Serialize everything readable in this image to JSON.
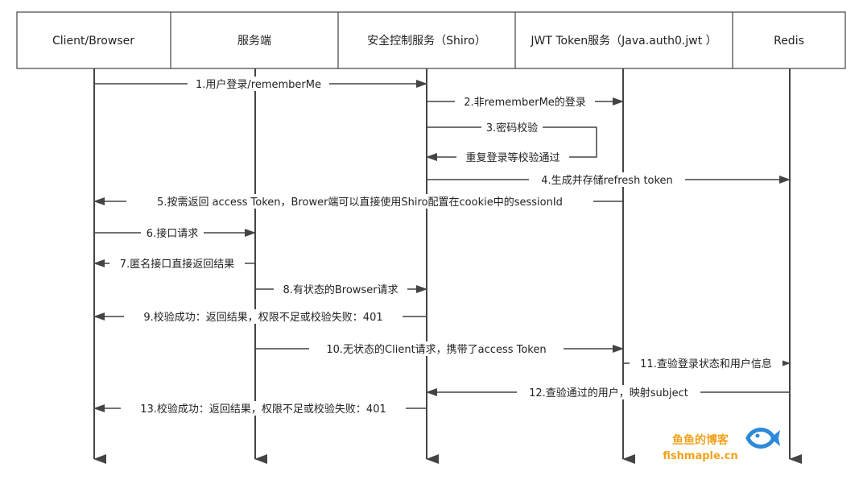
{
  "participants": [
    {
      "id": "client",
      "label": "Client/Browser"
    },
    {
      "id": "server",
      "label": "服务端"
    },
    {
      "id": "shiro",
      "label": "安全控制服务（Shiro）"
    },
    {
      "id": "jwt",
      "label": "JWT Token服务（Java.auth0.jwt ）"
    },
    {
      "id": "redis",
      "label": "Redis"
    }
  ],
  "messages": [
    {
      "from": "client",
      "to": "shiro",
      "label": "1.用户登录/rememberMe"
    },
    {
      "from": "shiro",
      "to": "jwt",
      "label": "2.非rememberMe的登录"
    },
    {
      "from": "shiro",
      "to": "shiro",
      "label": "3.密码校验",
      "return_label": "重复登录等校验通过"
    },
    {
      "from": "shiro",
      "to": "redis",
      "label": "4.生成并存储refresh token"
    },
    {
      "from": "jwt",
      "to": "client",
      "label": "5.按需返回 access Token，Brower端可以直接使用Shiro配置在cookie中的sessionId"
    },
    {
      "from": "client",
      "to": "server",
      "label": "6.接口请求"
    },
    {
      "from": "server",
      "to": "client",
      "label": "7.匿名接口直接返回结果"
    },
    {
      "from": "server",
      "to": "shiro",
      "label": "8.有状态的Browser请求"
    },
    {
      "from": "shiro",
      "to": "client",
      "label": "9.校验成功：返回结果，权限不足或校验失败：401"
    },
    {
      "from": "server",
      "to": "jwt",
      "label": "10.无状态的Client请求，携带了access Token"
    },
    {
      "from": "jwt",
      "to": "redis",
      "label": "11.查验登录状态和用户信息"
    },
    {
      "from": "redis",
      "to": "shiro",
      "label": "12.查验通过的用户，映射subject"
    },
    {
      "from": "shiro",
      "to": "client",
      "label": "13.校验成功：返回结果，权限不足或校验失败：401"
    }
  ],
  "watermark": {
    "title": "鱼鱼的博客",
    "site": "fishmaple.cn",
    "icon": "fish-icon"
  },
  "colors": {
    "line": "#444444",
    "text": "#222222",
    "watermark": "#f2a21c",
    "fish": "#2d8ad8"
  }
}
